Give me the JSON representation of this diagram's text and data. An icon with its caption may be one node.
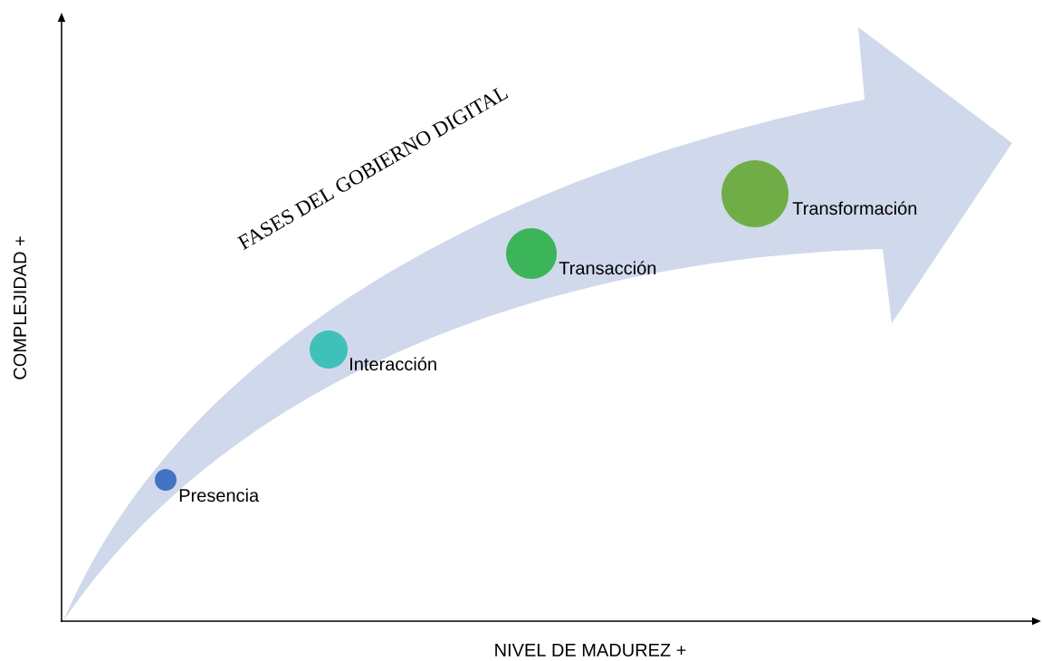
{
  "diagram": {
    "title": "FASES DEL GOBIERNO DIGITAL",
    "nodes": [
      {
        "text": [],
        "shape": "circle",
        "beside": [
          "Presencia"
        ]
      },
      {
        "text": [],
        "shape": "circle",
        "beside": [
          "Interacción"
        ]
      },
      {
        "text": [],
        "shape": "circle",
        "beside": [
          "Transacción"
        ]
      },
      {
        "text": [],
        "shape": "circle",
        "beside": [
          "Transformación"
        ]
      }
    ],
    "labels": [
      "COMPLEJIDAD +",
      "NIVEL DE MADUREZ +"
    ]
  }
}
